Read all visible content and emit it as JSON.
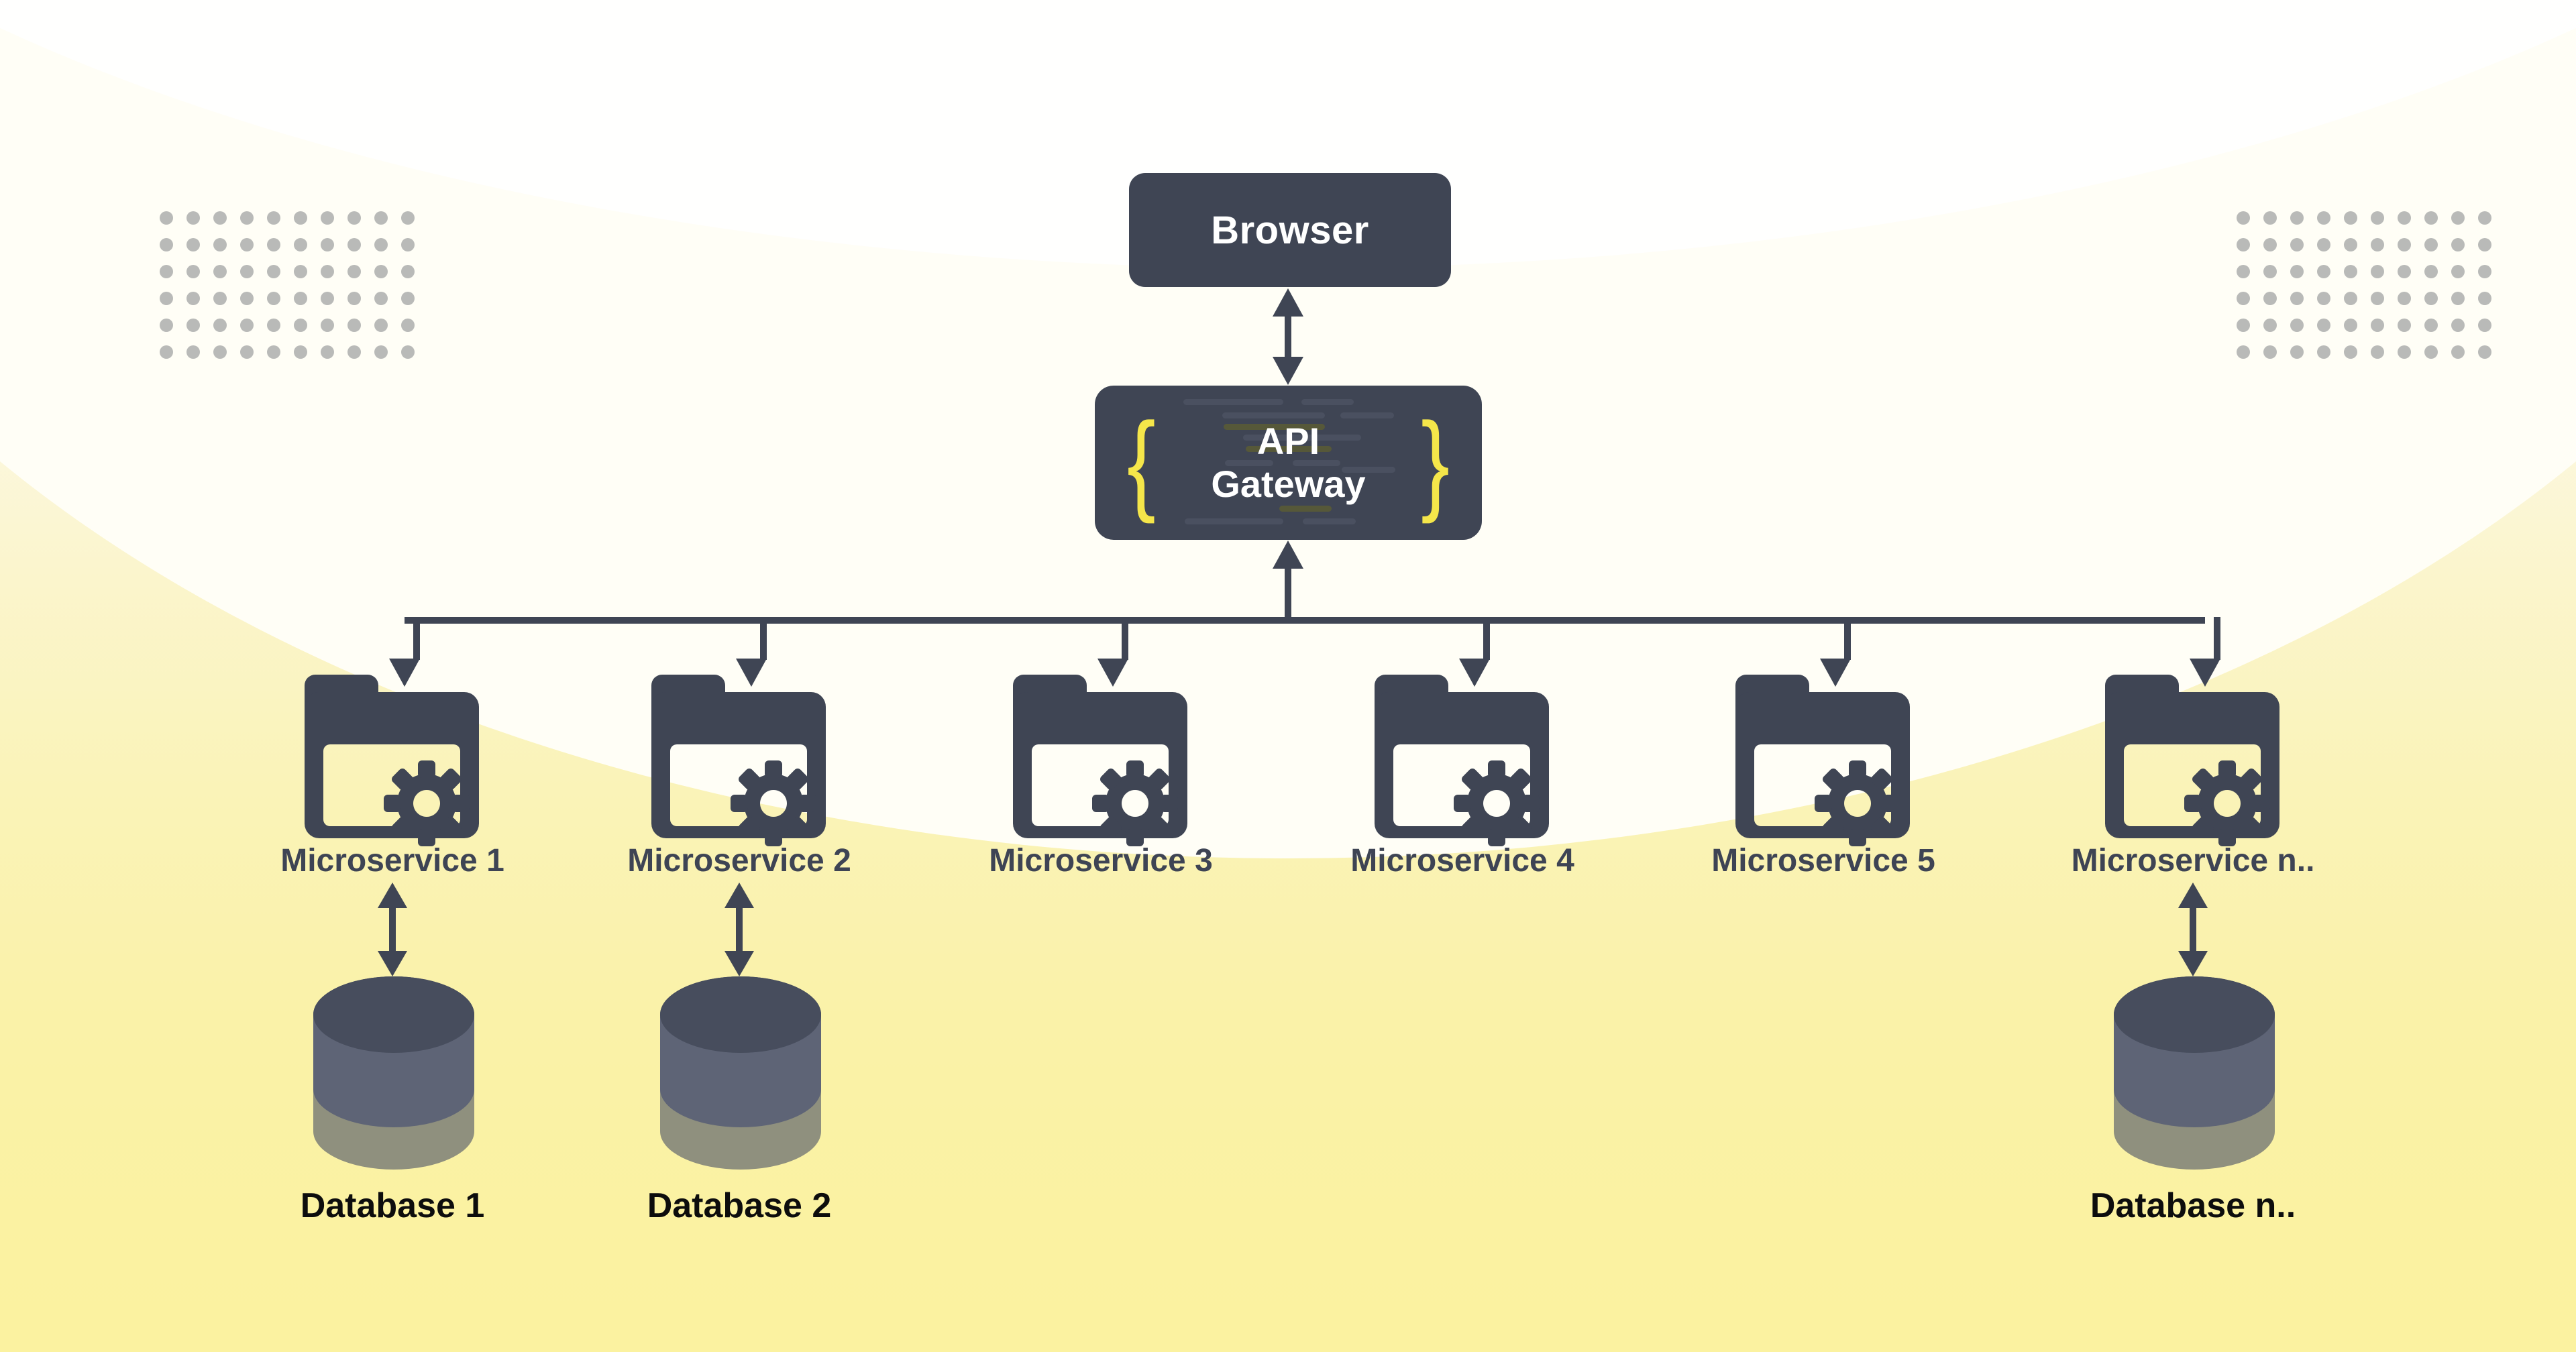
{
  "browser": {
    "label": "Browser"
  },
  "api_gateway": {
    "line1": "API",
    "line2": "Gateway"
  },
  "microservices": [
    {
      "label": "Microservice 1"
    },
    {
      "label": "Microservice 2"
    },
    {
      "label": "Microservice 3"
    },
    {
      "label": "Microservice 4"
    },
    {
      "label": "Microservice 5"
    },
    {
      "label": "Microservice n.."
    }
  ],
  "databases": [
    {
      "label": "Database 1",
      "attached_to": "Microservice 1"
    },
    {
      "label": "Database 2",
      "attached_to": "Microservice 2"
    },
    {
      "label": "Database n..",
      "attached_to": "Microservice n.."
    }
  ],
  "icons": {
    "microservice": "folder-gear-icon",
    "database": "database-cylinder-icon",
    "gateway_decoration": "curly-braces-and-code-lines"
  },
  "colors": {
    "node_fill": "#3f4554",
    "connector": "#3f4554",
    "brace_yellow": "#f5e64a",
    "microservice_label": "#3e4454",
    "database_label": "#0d0d0d",
    "dots": "#b9bab8",
    "code_line": "#4a5060",
    "code_line_olive": "#565839",
    "db_top": "#474d5d",
    "db_middle": "#5e6476",
    "db_bottom": "#8f907e",
    "background_top": "#ffffff",
    "background_bottom": "#fbf2a0",
    "background_arc": "#fffef6"
  }
}
